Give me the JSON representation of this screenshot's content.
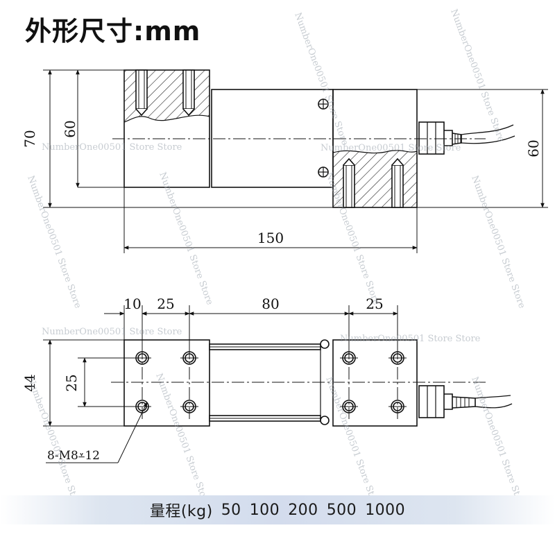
{
  "title": "外形尺寸:mm",
  "front_view": {
    "dims": {
      "height_total": "70",
      "height_left": "60",
      "height_right": "60",
      "length": "150"
    }
  },
  "top_view": {
    "dims": {
      "d1": "10",
      "d2": "25",
      "d3": "80",
      "d4": "25",
      "width": "44",
      "hole_spacing": "25"
    },
    "callout": "8-M8⩡12"
  },
  "watermark": "NumberOne00501 Store Store",
  "range_label": "量程(kg)",
  "range_values": [
    "50",
    "100",
    "200",
    "500",
    "1000"
  ]
}
